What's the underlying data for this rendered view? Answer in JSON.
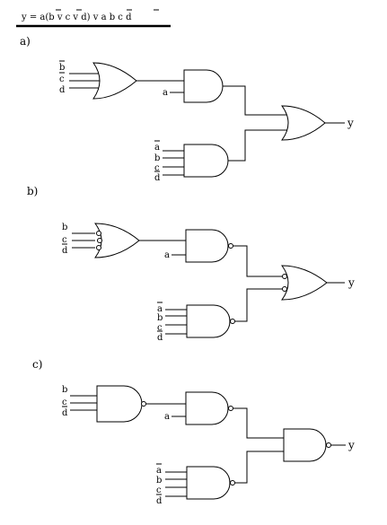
{
  "formula": {
    "text": "y = a(b v c v d) v a b c d",
    "overlined": [
      "b",
      "c",
      "a",
      "d"
    ]
  },
  "parts": [
    {
      "label": "a)",
      "top_inputs": [
        "b",
        "c",
        "d"
      ],
      "mid_input": "a",
      "bot_inputs": [
        "a",
        "b",
        "c",
        "d"
      ],
      "output": "y",
      "top_gate": "OR",
      "mid_gate": "AND",
      "bot_gate": "AND",
      "out_gate": "OR",
      "top_overline": [
        true,
        true,
        false
      ],
      "bot_overline": [
        true,
        false,
        false,
        true
      ]
    },
    {
      "label": "b)",
      "top_inputs": [
        "b",
        "c",
        "d"
      ],
      "mid_input": "a",
      "bot_inputs": [
        "a",
        "b",
        "c",
        "d"
      ],
      "output": "y",
      "top_gate": "OR (inverted inputs)",
      "mid_gate": "NAND",
      "bot_gate": "NAND",
      "out_gate": "OR (inverted inputs)",
      "top_overline": [
        false,
        false,
        true
      ],
      "bot_overline": [
        true,
        false,
        false,
        true
      ]
    },
    {
      "label": "c)",
      "top_inputs": [
        "b",
        "c",
        "d"
      ],
      "mid_input": "a",
      "bot_inputs": [
        "a",
        "b",
        "c",
        "d"
      ],
      "output": "y",
      "top_gate": "NAND",
      "mid_gate": "NAND",
      "bot_gate": "NAND",
      "out_gate": "NAND",
      "top_overline": [
        false,
        false,
        true
      ],
      "bot_overline": [
        true,
        false,
        false,
        true
      ]
    }
  ]
}
